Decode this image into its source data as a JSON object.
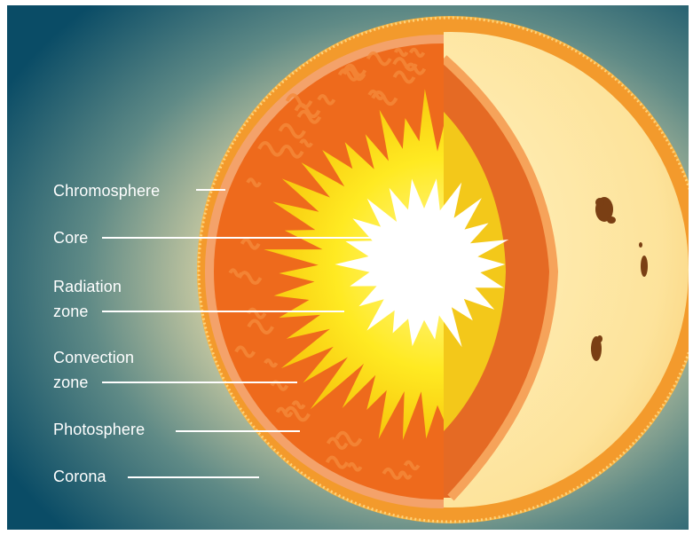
{
  "labels": {
    "chromosphere": "Chromosphere",
    "core": "Core",
    "radiation_zone_line1": "Radiation",
    "radiation_zone_line2": "zone",
    "convection_zone_line1": "Convection",
    "convection_zone_line2": "zone",
    "photosphere": "Photosphere",
    "corona": "Corona"
  },
  "colors": {
    "background_deep": "#0a4c66",
    "corona_glow": "#c9c9a3",
    "photosphere_rim": "#f39a2c",
    "convection": "#ee6a1c",
    "radiation": "#ffe41a",
    "core": "#ffffff",
    "surface": "#fde7a2",
    "sunspot": "#7a3f14",
    "leader_line": "#ffffff"
  },
  "icons": [
    "sunspot-icon"
  ]
}
